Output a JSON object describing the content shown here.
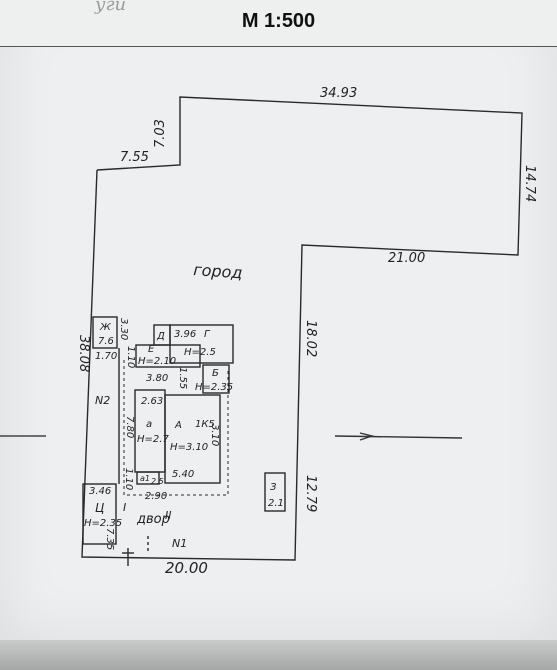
{
  "header": {
    "scale": "М 1:500",
    "scribble": "уги"
  },
  "plan": {
    "area_label": "город",
    "dimensions": {
      "top": "34.93",
      "top_left_vertical": "7.03",
      "top_left_horizontal": "7.55",
      "right_vertical": "14.74",
      "right_step": "21.00",
      "left_vertical": "38.08",
      "middle_vertical": "18.02",
      "lower_vertical": "12.79",
      "bottom": "20.00"
    },
    "buildings": [
      {
        "id": "litera-zh",
        "letter": "Ж",
        "label": "7.6"
      },
      {
        "id": "litera-d",
        "letter": "Д",
        "label": ""
      },
      {
        "id": "litera-g",
        "letter": "Г",
        "label": "3.96",
        "height": "Н=2.5"
      },
      {
        "id": "litera-e",
        "letter": "Е",
        "label": "Н=2.10"
      },
      {
        "id": "litera-b",
        "letter": "Б",
        "label": "Н=2.35"
      },
      {
        "id": "litera-a-main",
        "letter": "А",
        "label": "1К5",
        "height": "Н=3.10"
      },
      {
        "id": "litera-a-small",
        "letter": "а",
        "label": "Н=2.7"
      },
      {
        "id": "litera-a1",
        "letter": "а1",
        "label": ""
      },
      {
        "id": "litera-z",
        "letter": "З",
        "label": "2.1"
      },
      {
        "id": "litera-ts",
        "letter": "Ц",
        "label": "Н=2.35"
      }
    ],
    "small_dims": {
      "zh_right": "3.30",
      "zh_bottom": "1.70",
      "e_width": "3.80",
      "e_left": "1.10",
      "b_left": "1.55",
      "a_top": "2.63",
      "a_left": "7.80",
      "a_main_right": "3.10",
      "a_bottom": "5.40",
      "a1_left": "1.10",
      "a1_right": "2.5",
      "a_below": "2.90",
      "ts_top": "3.46",
      "ts_left": "7.35"
    },
    "markers": {
      "n1": "N1",
      "n2": "N2",
      "roman_1": "I",
      "dvor": "двор",
      "roman_2": "II"
    }
  }
}
